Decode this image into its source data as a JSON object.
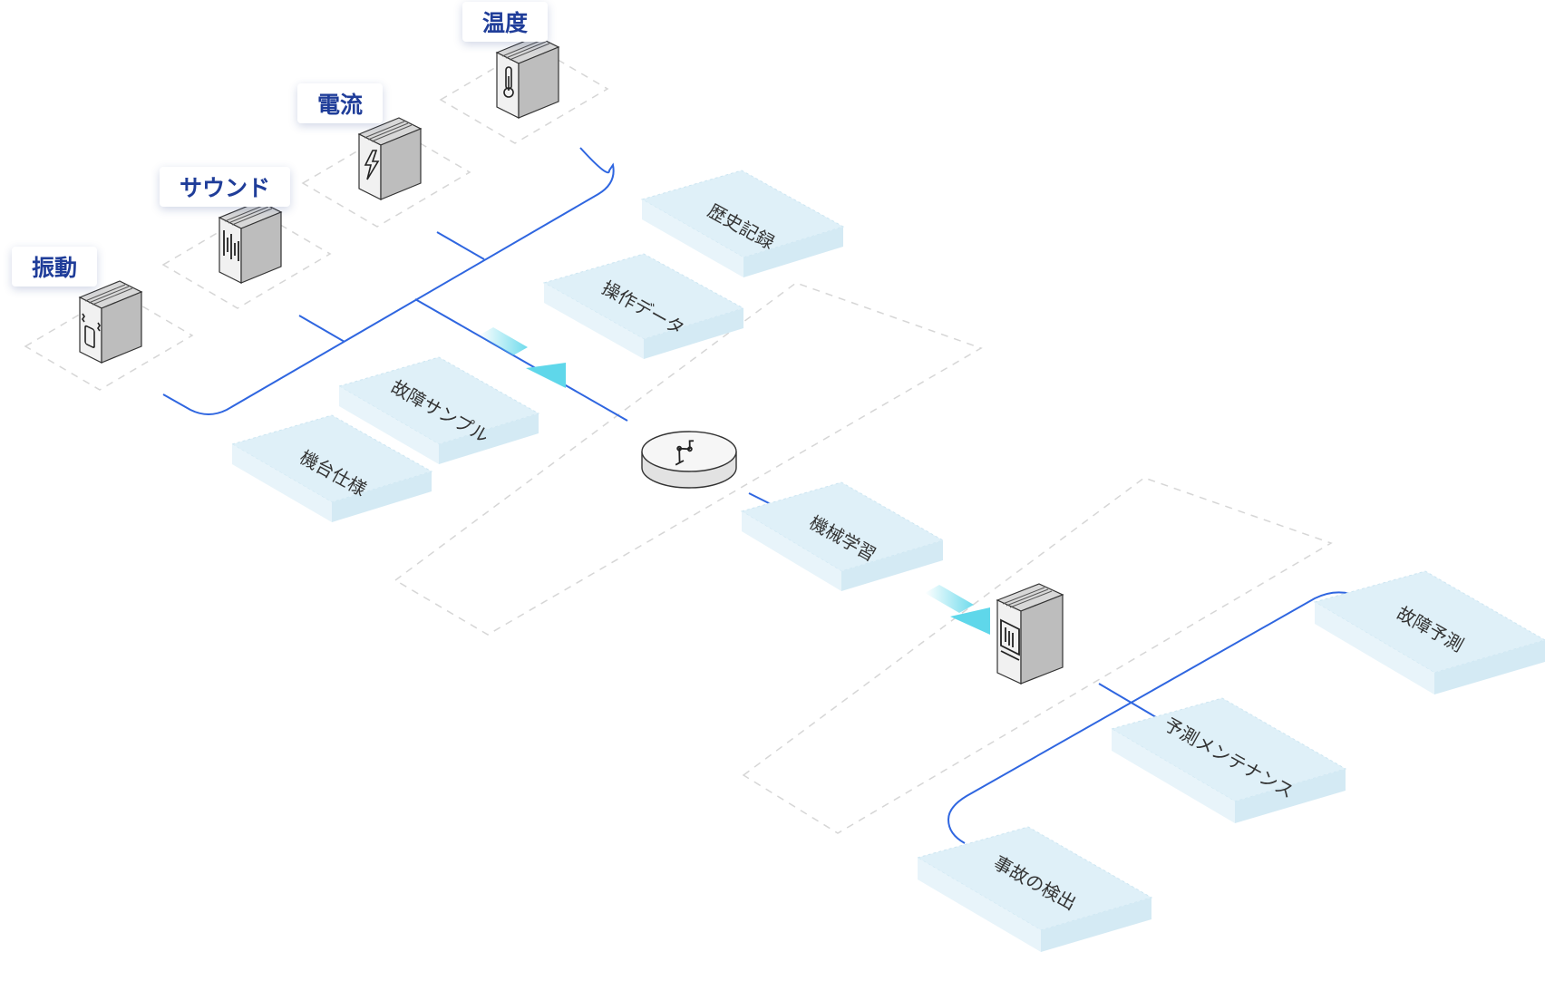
{
  "sensors": [
    {
      "label": "振動",
      "icon": "vibration-icon"
    },
    {
      "label": "サウンド",
      "icon": "sound-wave-icon"
    },
    {
      "label": "電流",
      "icon": "lightning-bolt-icon"
    },
    {
      "label": "温度",
      "icon": "thermometer-icon"
    }
  ],
  "data_sources": [
    {
      "label": "歴史記録"
    },
    {
      "label": "操作データ"
    },
    {
      "label": "故障サンプル"
    },
    {
      "label": "機台仕様"
    }
  ],
  "processing": {
    "hub_icon": "robotic-arm-icon",
    "label": "機械学習",
    "server_icon": "monitor-server-icon"
  },
  "outputs": [
    {
      "label": "故障予測"
    },
    {
      "label": "予測メンテナンス"
    },
    {
      "label": "事故の検出"
    }
  ],
  "colors": {
    "line": "#2f66e0",
    "plane_fill": "#dff0f8",
    "tag_text": "#1f3d99",
    "arrow": "#5fd7ea",
    "dashed_outline": "#d8d8d8"
  }
}
